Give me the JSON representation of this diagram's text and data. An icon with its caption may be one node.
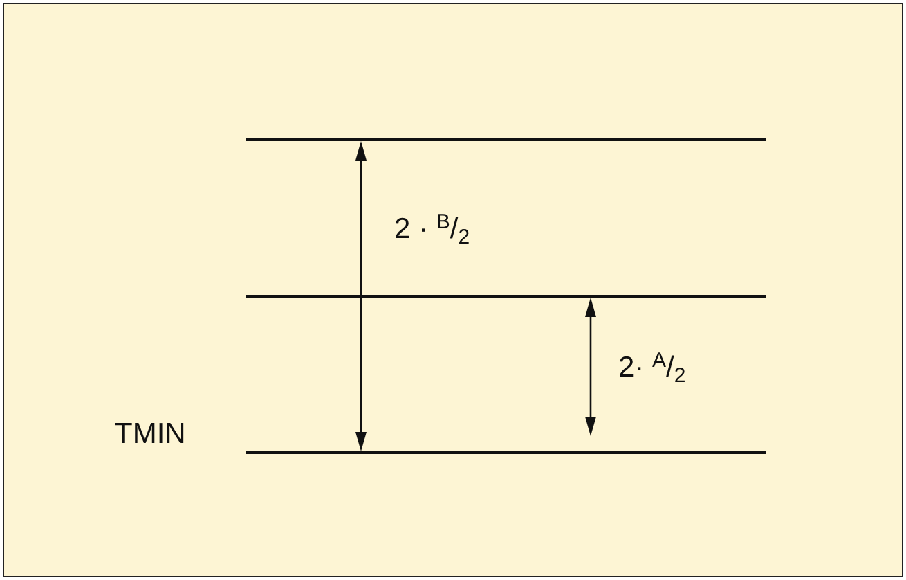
{
  "diagram": {
    "labels": [
      "2 · $^{B}$/$_{2}$",
      "2· $^{A}$/$_{2}$",
      "TMIN"
    ]
  }
}
